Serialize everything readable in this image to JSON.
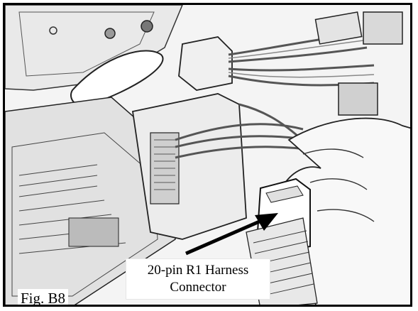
{
  "figure": {
    "label": "Fig. B8",
    "callout_line1": "20-pin R1 Harness",
    "callout_line2": "Connector"
  }
}
